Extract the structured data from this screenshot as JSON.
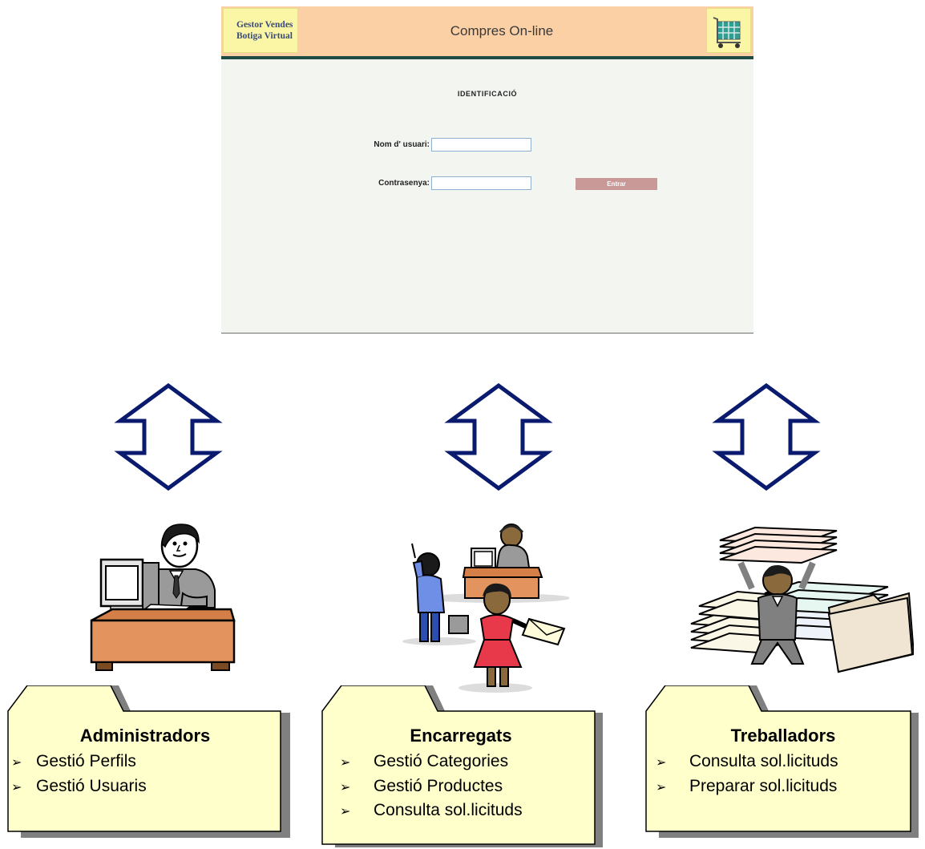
{
  "login_screen": {
    "logo_lines": [
      "Gestor Vendes",
      "Botiga Virtual"
    ],
    "app_title": "Compres On-line",
    "cart_icon": "shopping-cart-icon",
    "section_title": "IDENTIFICACIÓ",
    "username_label": "Nom d' usuari:",
    "username_value": "",
    "password_label": "Contrasenya:",
    "password_value": "",
    "submit_label": "Entrar",
    "colors": {
      "header": "#fbd0a4",
      "logo_bg": "#faf6a6",
      "panel_bg": "#f3f5f1",
      "divider": "#1f4b45",
      "button": "#c99998"
    }
  },
  "arrows": {
    "icon": "double-headed-vertical-arrow-icon",
    "color": "#0a1a6e",
    "count": 3
  },
  "roles": [
    {
      "title": "Administradors",
      "illustration": "administrator-at-computer-icon",
      "items": [
        "Gestió Perfils",
        "Gestió Usuaris"
      ]
    },
    {
      "title": "Encarregats",
      "illustration": "managers-with-phone-and-envelope-icon",
      "items": [
        "Gestió Categories",
        "Gestió Productes",
        "Consulta sol.licituds"
      ]
    },
    {
      "title": "Treballadors",
      "illustration": "worker-carrying-paperwork-icon",
      "items": [
        "Consulta sol.licituds",
        "Preparar sol.licituds"
      ]
    }
  ],
  "bullet_symbol": "➢",
  "folder_color": "#ffffcc"
}
